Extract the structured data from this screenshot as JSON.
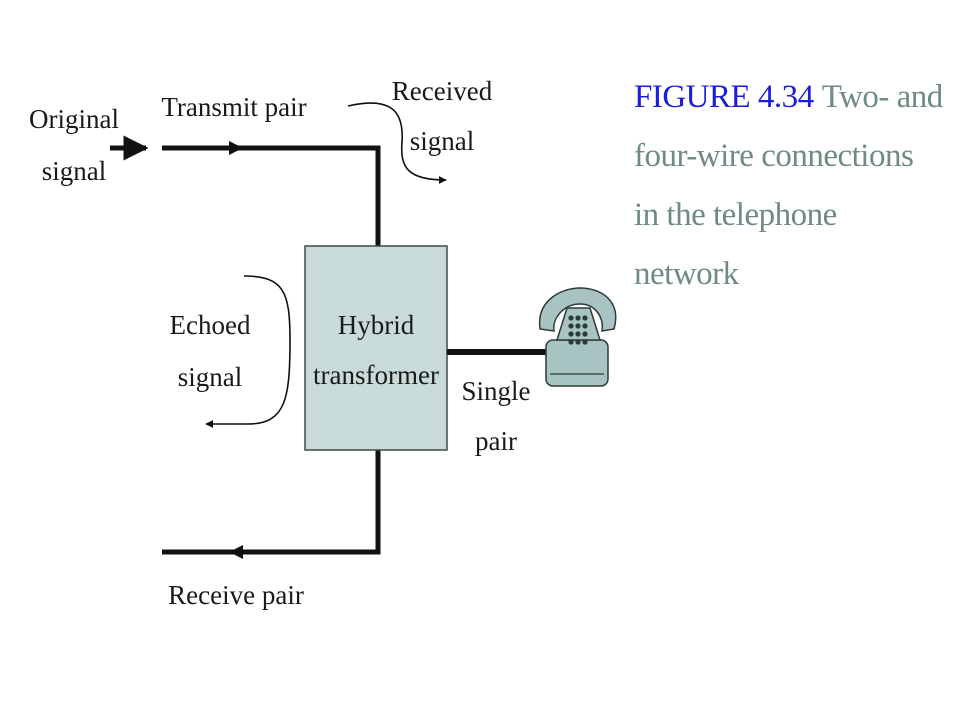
{
  "diagram": {
    "labels": {
      "original_signal_line1": "Original",
      "original_signal_line2": "signal",
      "transmit_pair": "Transmit pair",
      "received_signal_line1": "Received",
      "received_signal_line2": "signal",
      "echoed_signal_line1": "Echoed",
      "echoed_signal_line2": "signal",
      "hybrid_line1": "Hybrid",
      "hybrid_line2": "transformer",
      "single_pair_line1": "Single",
      "single_pair_line2": "pair",
      "receive_pair": "Receive pair"
    },
    "colors": {
      "wire": "#111111",
      "box_fill": "#c9dbd8",
      "box_stroke": "#3c4a48",
      "phone_fill": "#a8c4c2",
      "phone_stroke": "#2e3a39",
      "caption_number": "#1b1ed8",
      "caption_text": "#6f8a86"
    }
  },
  "caption": {
    "figure_number": "FIGURE 4.34",
    "text": "Two- and four-wire connections in the telephone network"
  }
}
